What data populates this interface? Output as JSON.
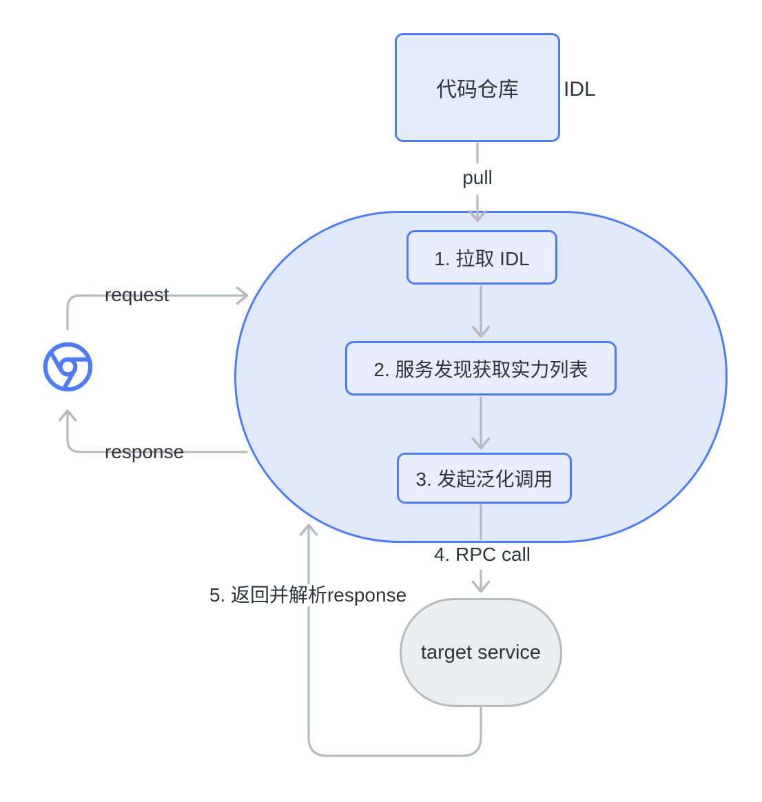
{
  "diagram": {
    "repo": {
      "label": "代码仓库"
    },
    "idl_label": "IDL",
    "pull_label": "pull",
    "client": {
      "icon": "chrome-icon",
      "request_label": "request",
      "response_label": "response"
    },
    "pipeline": {
      "steps": [
        {
          "label": "1. 拉取 IDL"
        },
        {
          "label": "2. 服务发现获取实力列表"
        },
        {
          "label": "3. 发起泛化调用"
        }
      ]
    },
    "rpc_call_label": "4. RPC call",
    "target_service": {
      "label": "target service"
    },
    "return_label": "5. 返回并解析response",
    "colors": {
      "accent_blue": "#4d7cf3",
      "fill_blue": "#e1e9fc",
      "box_fill_blue": "#e8eefd",
      "line_grey": "#b5bac1",
      "grey_node_fill": "#ecedef",
      "grey_node_border": "#b5bac1",
      "text": "#2f343b"
    }
  }
}
